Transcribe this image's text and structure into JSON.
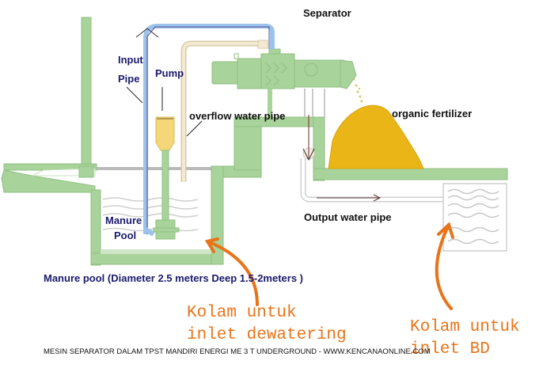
{
  "diagram": {
    "title_labels": {
      "separator": "Separator",
      "input_pipe_line1": "Input",
      "input_pipe_line2": "Pipe",
      "pump": "Pump",
      "overflow_water_pipe": "overflow water pipe",
      "organic_fertilizer": "organic fertilizer",
      "output_water_pipe": "Output water pipe",
      "manure_pool_line1": "Manure",
      "manure_pool_line2": "Pool",
      "manure_pool_spec": "Manure pool (Diameter 2.5 meters Deep 1.5-2meters )"
    },
    "annotations": {
      "dewatering_line1": "Kolam untuk",
      "dewatering_line2": "inlet dewatering",
      "bd_line1": "Kolam untuk",
      "bd_line2": "inlet BD"
    },
    "footer": "MESIN SEPARATOR DALAM TPST MANDIRI ENERGI ME 3 T UNDERGROUND -  WWW.KENCANAONLINE.COM",
    "colors": {
      "structure_green": "#a8d39a",
      "structure_green_dark": "#8fbf82",
      "input_pipe_blue": "#9cc4ea",
      "input_pipe_line": "#5b4a9a",
      "overflow_pipe": "#efe3c2",
      "pump_yellow": "#f5d77a",
      "fertilizer": "#eab516",
      "annotation_orange": "#e8741a",
      "label_navy": "#1a1a6e",
      "water_gray": "#c8c8c8"
    }
  }
}
